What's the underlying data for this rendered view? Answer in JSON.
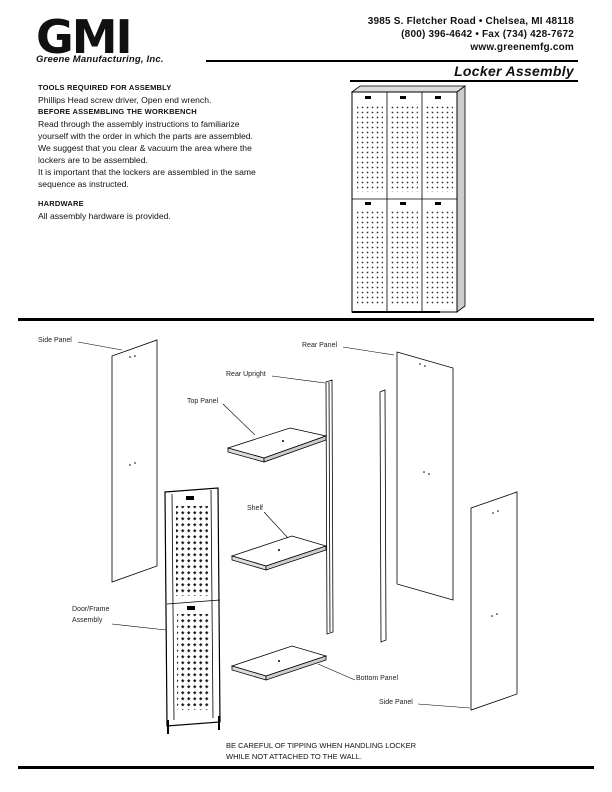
{
  "header": {
    "logo_text": "GMI",
    "company": "Greene Manufacturing, Inc.",
    "address_line1": "3985 S. Fletcher Road • Chelsea, MI 48118",
    "address_line2": "(800) 396-4642 • Fax (734) 428-7672",
    "website": "www.greenemfg.com",
    "doc_title": "Locker Assembly"
  },
  "intro": {
    "tools_heading": "TOOLS REQUIRED FOR ASSEMBLY",
    "tools_text": "Phillips Head screw driver, Open end wrench.",
    "before_heading": "BEFORE ASSEMBLING THE WORKBENCH",
    "before_p1": "Read through the assembly instructions to familiarize yourself with the order in which the parts are assembled.",
    "before_p2": "We suggest that you clear & vacuum the area where the lockers are to be assembled.",
    "before_p3": "It is important that the lockers are assembled in the same sequence as instructed.",
    "hardware_heading": "HARDWARE",
    "hardware_text": "All assembly hardware is provided."
  },
  "diagram": {
    "labels": {
      "side_panel_left": "Side Panel",
      "rear_panel": "Rear Panel",
      "rear_upright": "Rear Upright",
      "top_panel": "Top Panel",
      "shelf": "Shelf",
      "door_frame_line1": "Door/Frame",
      "door_frame_line2": "Assembly",
      "bottom_panel": "Bottom Panel",
      "side_panel_right": "Side Panel"
    }
  },
  "warning": {
    "line1": "BE CAREFUL OF TIPPING WHEN HANDLING LOCKER",
    "line2": "WHILE NOT ATTACHED TO THE WALL."
  }
}
